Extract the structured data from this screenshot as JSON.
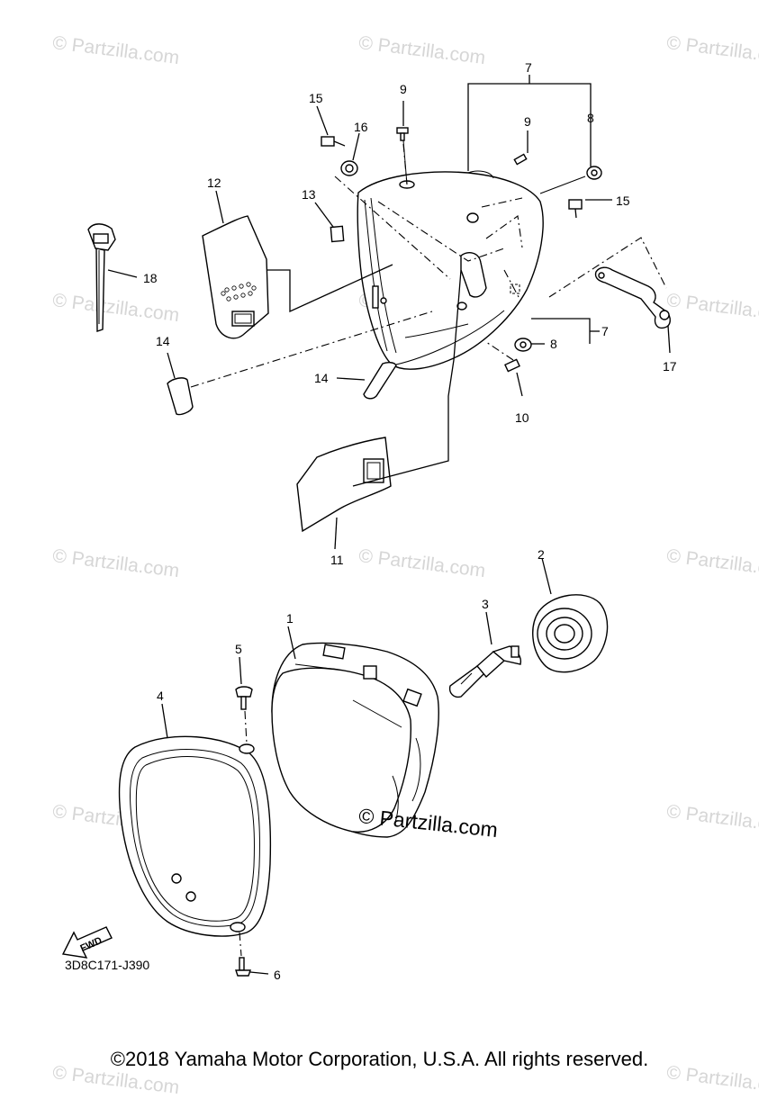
{
  "watermark": {
    "text": "© Partzilla.com",
    "main_text": "© Partzilla.com"
  },
  "diagram": {
    "code": "3D8C171-J390",
    "fwd_label": "FWD",
    "callouts": [
      "1",
      "2",
      "3",
      "4",
      "5",
      "6",
      "7",
      "7",
      "8",
      "8",
      "9",
      "9",
      "10",
      "11",
      "12",
      "13",
      "14",
      "14",
      "15",
      "15",
      "16",
      "17",
      "18"
    ]
  },
  "footer": {
    "copyright": "©2018 Yamaha Motor Corporation, U.S.A. All rights reserved."
  },
  "colors": {
    "watermark": "#d6d6d6",
    "line": "#000000",
    "background": "#ffffff"
  }
}
